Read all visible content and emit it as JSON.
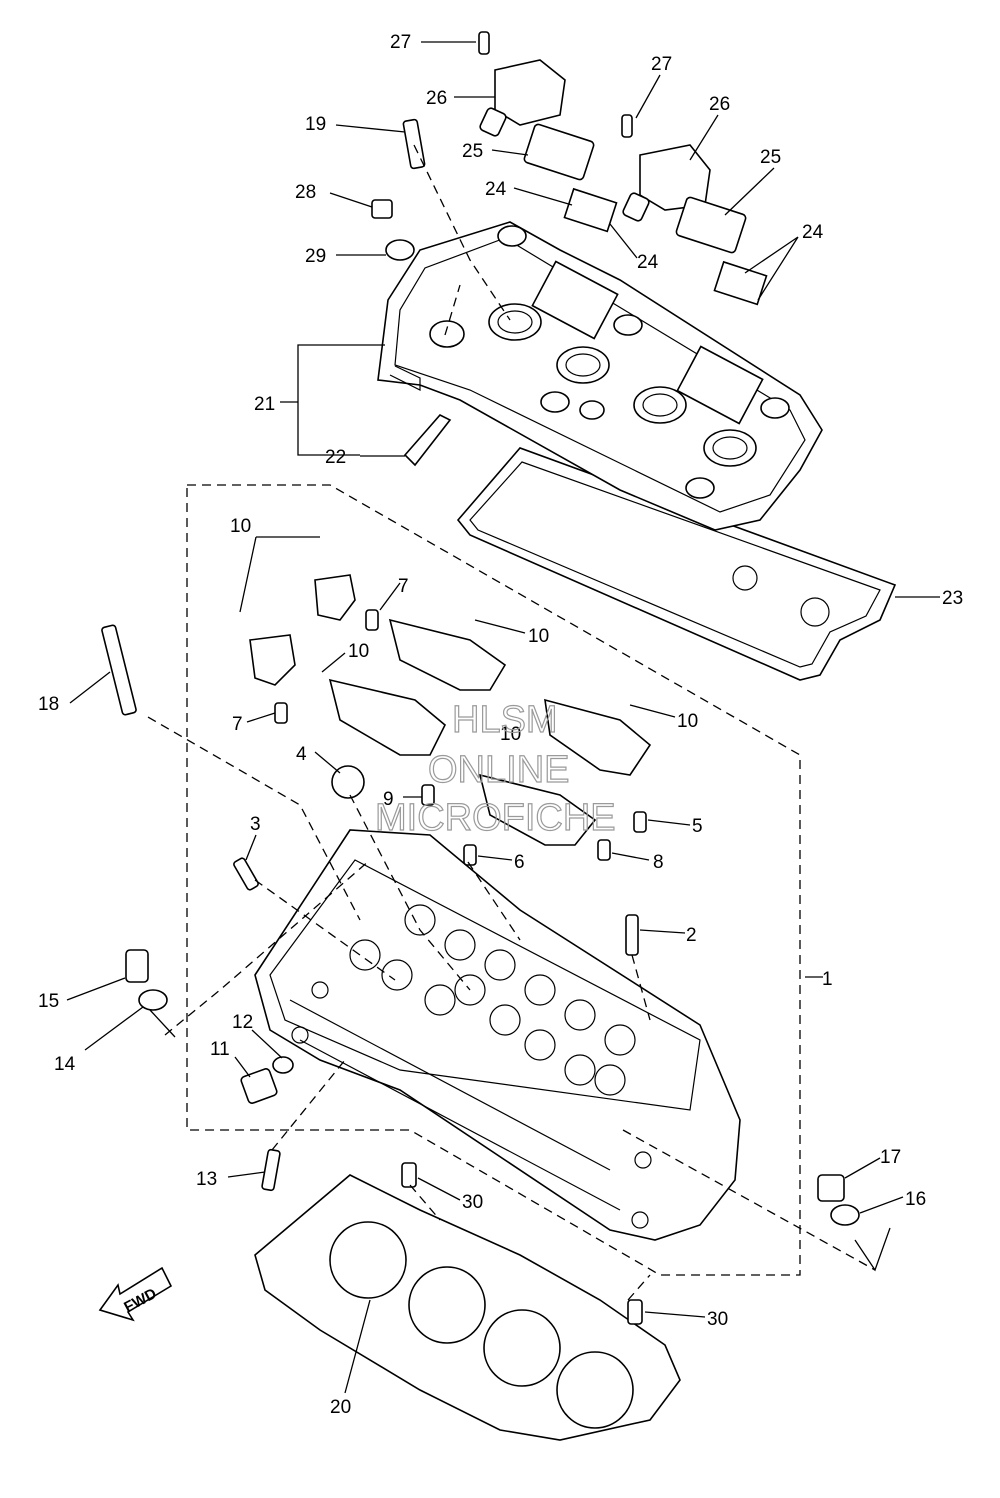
{
  "diagram": {
    "callouts": [
      "1",
      "2",
      "3",
      "4",
      "5",
      "6",
      "7",
      "7",
      "8",
      "9",
      "10",
      "10",
      "10",
      "10",
      "10",
      "11",
      "12",
      "13",
      "14",
      "15",
      "16",
      "17",
      "18",
      "19",
      "20",
      "21",
      "22",
      "23",
      "24",
      "24",
      "24",
      "25",
      "25",
      "26",
      "26",
      "27",
      "27",
      "28",
      "29",
      "30",
      "30"
    ],
    "direction_label": "FWD",
    "watermark": [
      "HLSM",
      "ONLINE",
      "MICROFICHE"
    ]
  }
}
